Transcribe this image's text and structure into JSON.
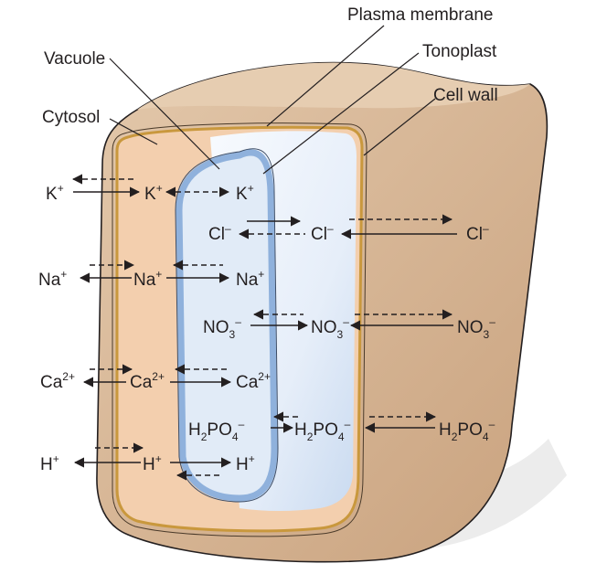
{
  "labels": {
    "plasma_membrane": "Plasma membrane",
    "tonoplast": "Tonoplast",
    "cell_wall": "Cell wall",
    "vacuole": "Vacuole",
    "cytosol": "Cytosol"
  },
  "ions": {
    "k": {
      "base": "K",
      "sup": "+",
      "sub": ""
    },
    "cl": {
      "base": "Cl",
      "sup": "–",
      "sub": ""
    },
    "na": {
      "base": "Na",
      "sup": "+",
      "sub": ""
    },
    "no3": {
      "base": "NO",
      "sub": "3",
      "sup": "–"
    },
    "ca": {
      "base": "Ca",
      "sup": "2+",
      "sub": ""
    },
    "h2po4": {
      "pre": "H",
      "sub1": "2",
      "mid": "PO",
      "sub": "4",
      "sup": "–"
    },
    "h": {
      "base": "H",
      "sup": "+",
      "sub": ""
    }
  },
  "colors": {
    "wall": "#d7b99a",
    "wall_dark": "#c4a07d",
    "cytosol": "#f3cfae",
    "vacuole": "#dde8f6",
    "tonoplast": "#8fb1dc",
    "membrane": "#d8b25a",
    "shadow": "#e9e9e9"
  }
}
